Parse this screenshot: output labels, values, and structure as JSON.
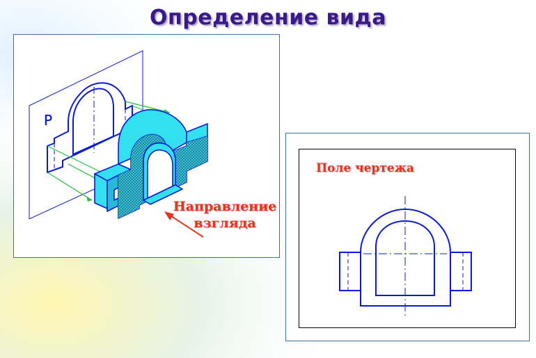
{
  "title": "Определение вида",
  "left_panel": {
    "plane_letter": "P",
    "direction_label_line1": "Направление",
    "direction_label_line2": "взгляда"
  },
  "right_panel": {
    "field_label": "Поле чертежа"
  },
  "colors": {
    "title": "#3a1a8a",
    "label_red": "#e8341c",
    "drawing_blue": "#0a1adb",
    "part_cyan": "#33e0f0",
    "projection_green": "#22c040",
    "panel_border": "#3d6fa0"
  }
}
